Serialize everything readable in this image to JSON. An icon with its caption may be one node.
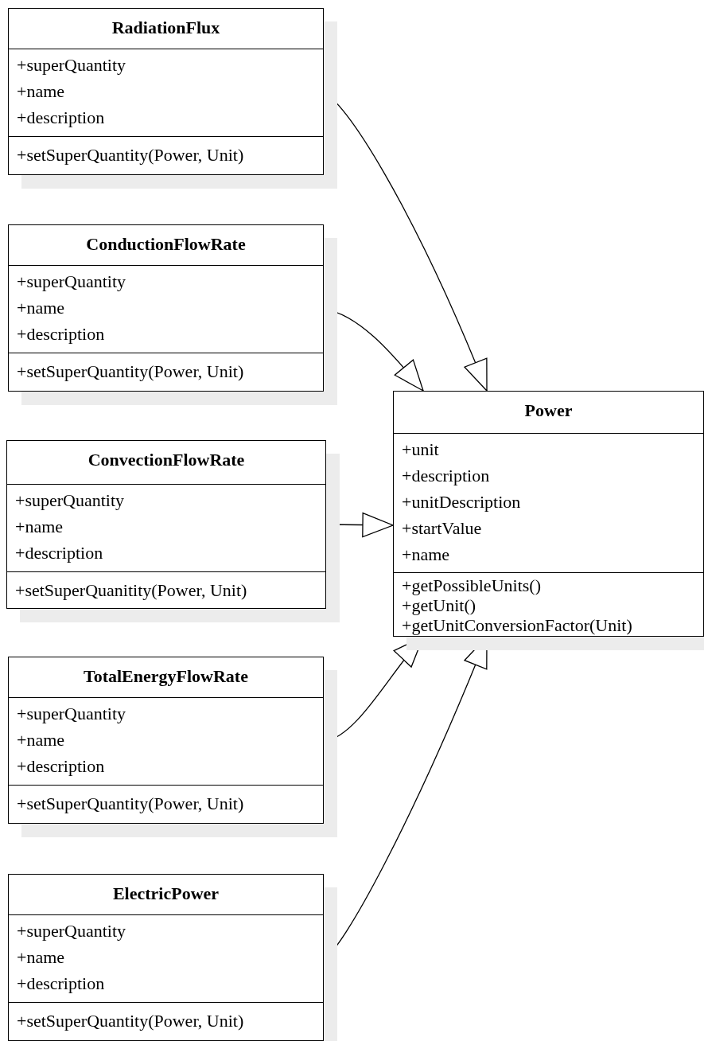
{
  "diagram": {
    "nodes": [
      {
        "text": [
          "RadiationFlux"
        ]
      },
      {
        "text": [
          "+superQuantity",
          "+name",
          "+description"
        ],
        "in": 0
      },
      {
        "text": [
          "+setSuperQuantity(Power, Unit)"
        ],
        "in": 0
      },
      {
        "text": [
          "ConductionFlowRate"
        ]
      },
      {
        "text": [
          "+superQuantity",
          "+name",
          "+description"
        ],
        "in": 3
      },
      {
        "text": [
          "+setSuperQuantity(Power, Unit)"
        ],
        "in": 3
      },
      {
        "text": [
          "Power"
        ]
      },
      {
        "text": [
          "+unit",
          "+description",
          "+unitDescription",
          "+startValue",
          "+name"
        ],
        "in": 6
      },
      {
        "text": [
          "+getPossibleUnits()",
          "+getUnit()",
          "+getUnitConversionFactor(Unit)"
        ],
        "in": 6
      },
      {
        "text": [
          "ConvectionFlowRate"
        ]
      },
      {
        "text": [
          "+superQuantity",
          "+name",
          "+description"
        ],
        "in": 9
      },
      {
        "text": [
          "+setSuperQuanitity(Power, Unit)"
        ],
        "in": 9
      },
      {
        "text": [
          "TotalEnergyFlowRate"
        ]
      },
      {
        "text": [
          "+superQuantity",
          "+name",
          "+description"
        ],
        "in": 12
      },
      {
        "text": [
          "+setSuperQuantity(Power, Unit)"
        ],
        "in": 12
      },
      {
        "text": [
          "ElectricPower"
        ]
      },
      {
        "text": [
          "+superQuantity",
          "+name",
          "+description"
        ],
        "in": 15
      },
      {
        "text": [
          "+setSuperQuantity(Power, Unit)"
        ],
        "in": 15
      }
    ],
    "edges": [
      {
        "from": 0,
        "to": 6,
        "arrow": "to"
      },
      {
        "from": 3,
        "to": 6,
        "arrow": "to"
      },
      {
        "from": 9,
        "to": 6,
        "arrow": "to"
      },
      {
        "from": 12,
        "to": 6,
        "arrow": "to"
      },
      {
        "from": 15,
        "to": 6,
        "arrow": "to"
      }
    ]
  }
}
